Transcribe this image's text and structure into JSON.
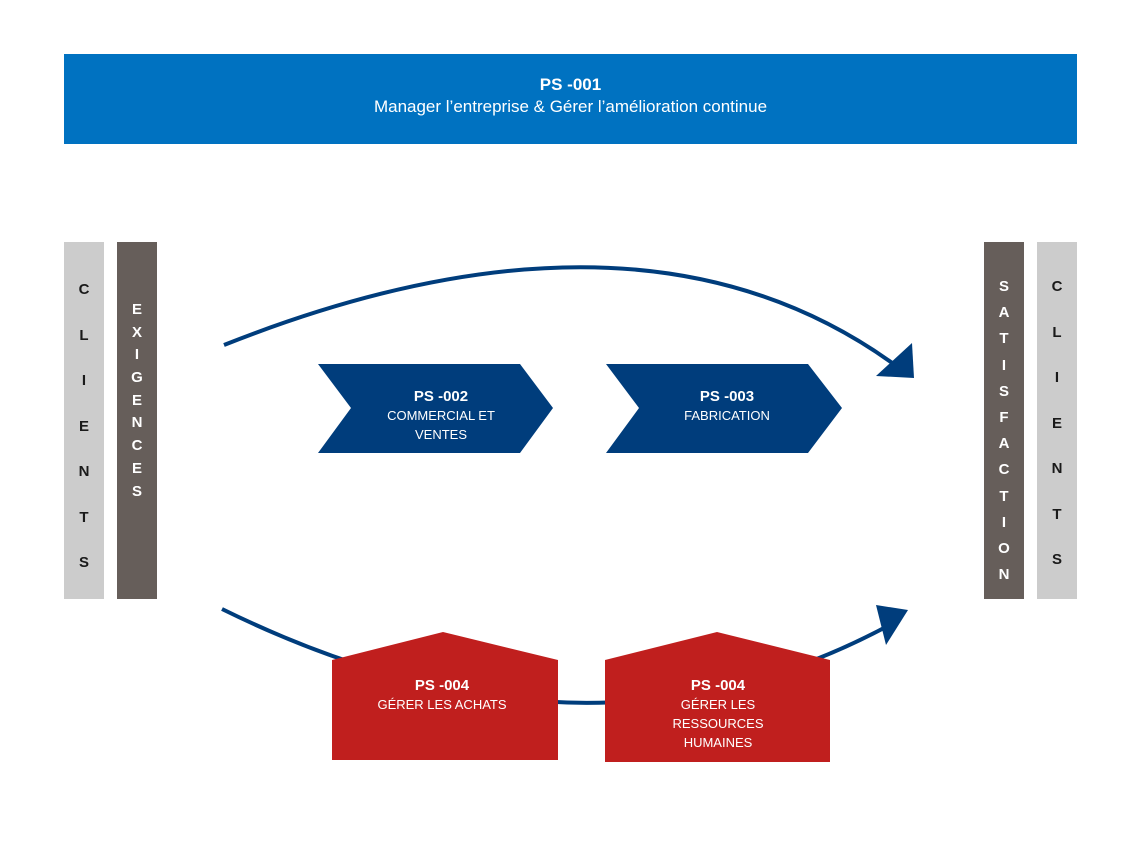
{
  "top_process": {
    "code": "PS -001",
    "label": "Manager l’entreprise & Gérer l’amélioration continue"
  },
  "left": {
    "clients": [
      "C",
      "L",
      "I",
      "E",
      "N",
      "T",
      "S"
    ],
    "exigences": [
      "E",
      "X",
      "I",
      "G",
      "E",
      "N",
      "C",
      "E",
      "S"
    ]
  },
  "right": {
    "satisfaction": [
      "S",
      "A",
      "T",
      "I",
      "S",
      "F",
      "A",
      "C",
      "T",
      "I",
      "O",
      "N"
    ],
    "clients": [
      "C",
      "L",
      "I",
      "E",
      "N",
      "T",
      "S"
    ]
  },
  "core_processes": [
    {
      "code": "PS -002",
      "label": "COMMERCIAL ET\nVENTES"
    },
    {
      "code": "PS -003",
      "label": "FABRICATION"
    }
  ],
  "support_processes": [
    {
      "code": "PS -004",
      "label": "GÉRER LES ACHATS"
    },
    {
      "code": "PS -004",
      "label": "GÉRER LES\nRESSOURCES\nHUMAINES"
    }
  ],
  "colors": {
    "banner": "#0072c1",
    "core": "#003d7c",
    "support": "#c01f1e",
    "arrow": "#003d7c",
    "bar_light": "#cccccc",
    "bar_dark": "#665e5a"
  }
}
